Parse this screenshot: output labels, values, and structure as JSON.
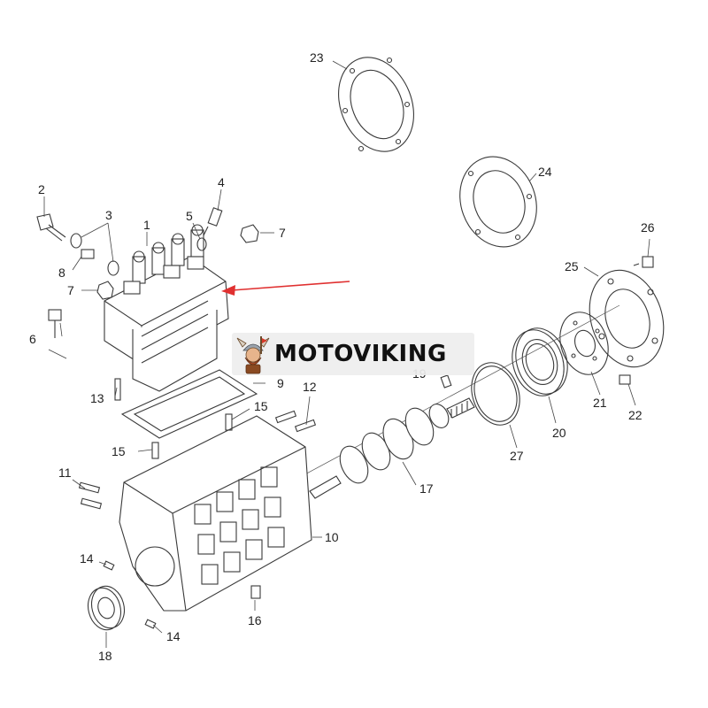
{
  "diagram": {
    "callouts": [
      "1",
      "2",
      "3",
      "4",
      "5",
      "6",
      "7",
      "7",
      "8",
      "9",
      "10",
      "11",
      "12",
      "13",
      "14",
      "14",
      "15",
      "15",
      "16",
      "17",
      "18",
      "19",
      "20",
      "21",
      "22",
      "23",
      "24",
      "25",
      "26",
      "27"
    ],
    "arrow_color": "#e03030"
  },
  "watermark": {
    "brand": "MOTOVIKING",
    "logo_icon": "viking-mascot-icon"
  }
}
